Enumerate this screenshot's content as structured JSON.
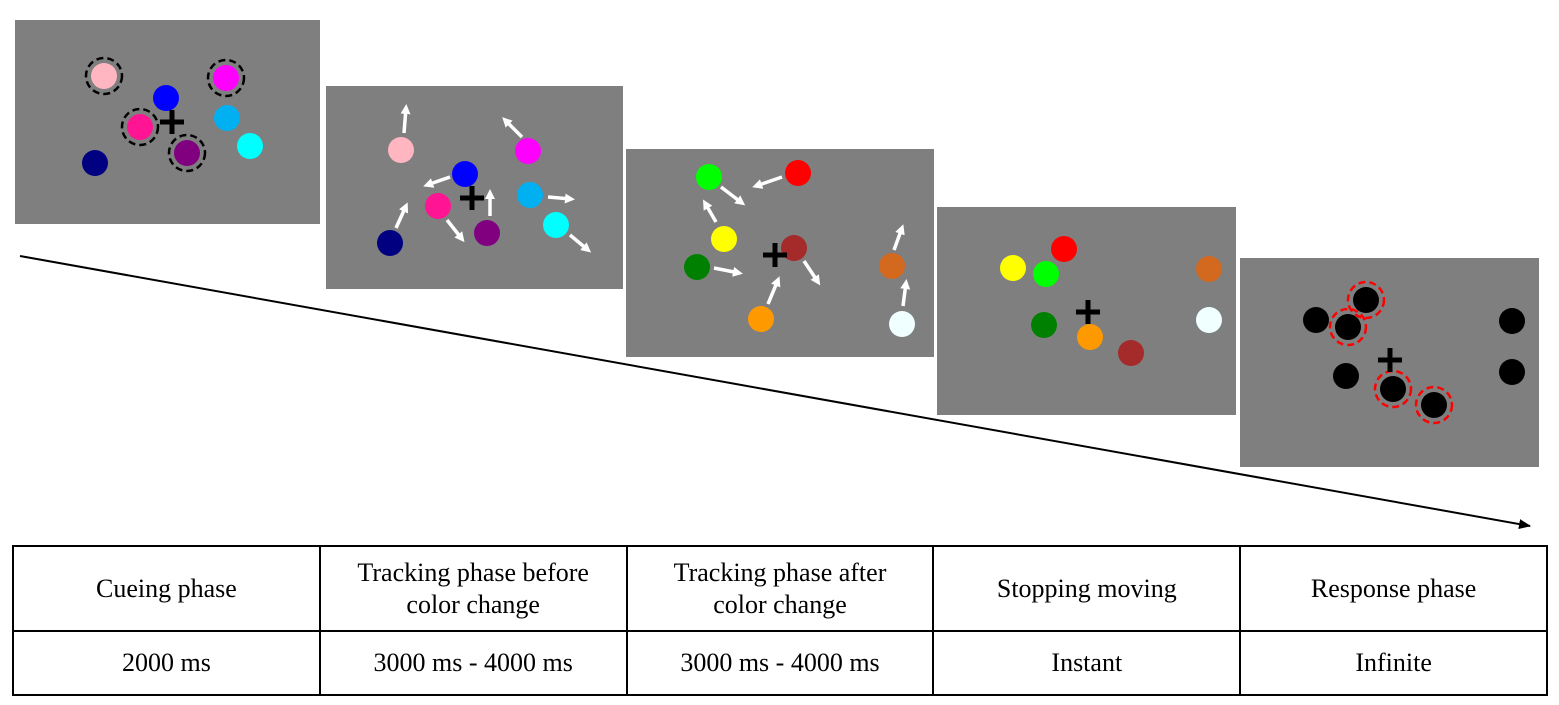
{
  "colors": {
    "panel": "#7f7f7f",
    "pink": "#ffb6c1",
    "magenta": "#ff00ff",
    "hotpink": "#ff1493",
    "blue": "#0000ff",
    "navy": "#000080",
    "purple": "#800080",
    "skyblue": "#00b0f0",
    "cyan": "#00ffff",
    "green": "#00ff00",
    "red": "#ff0000",
    "yellow": "#ffff00",
    "darkgreen": "#008000",
    "brown": "#a52a2a",
    "orange": "#ff9900",
    "burntorange": "#d2691e",
    "white": "#f0ffff",
    "black": "#000000",
    "cue_ring": "#000000",
    "response_ring": "#ff0000",
    "arrow": "#ffffff"
  },
  "phases": [
    {
      "name": "Cueing phase",
      "duration": "2000 ms"
    },
    {
      "name": "Tracking phase before color change",
      "duration": "3000 ms - 4000 ms"
    },
    {
      "name": "Tracking phase after color change",
      "duration": "3000 ms - 4000 ms"
    },
    {
      "name": "Stopping moving",
      "duration": "Instant"
    },
    {
      "name": "Response phase",
      "duration": "Infinite"
    }
  ],
  "icons": {
    "fixation": "fixation-cross-icon",
    "motion": "motion-arrow-icon",
    "time": "time-arrow-icon"
  }
}
